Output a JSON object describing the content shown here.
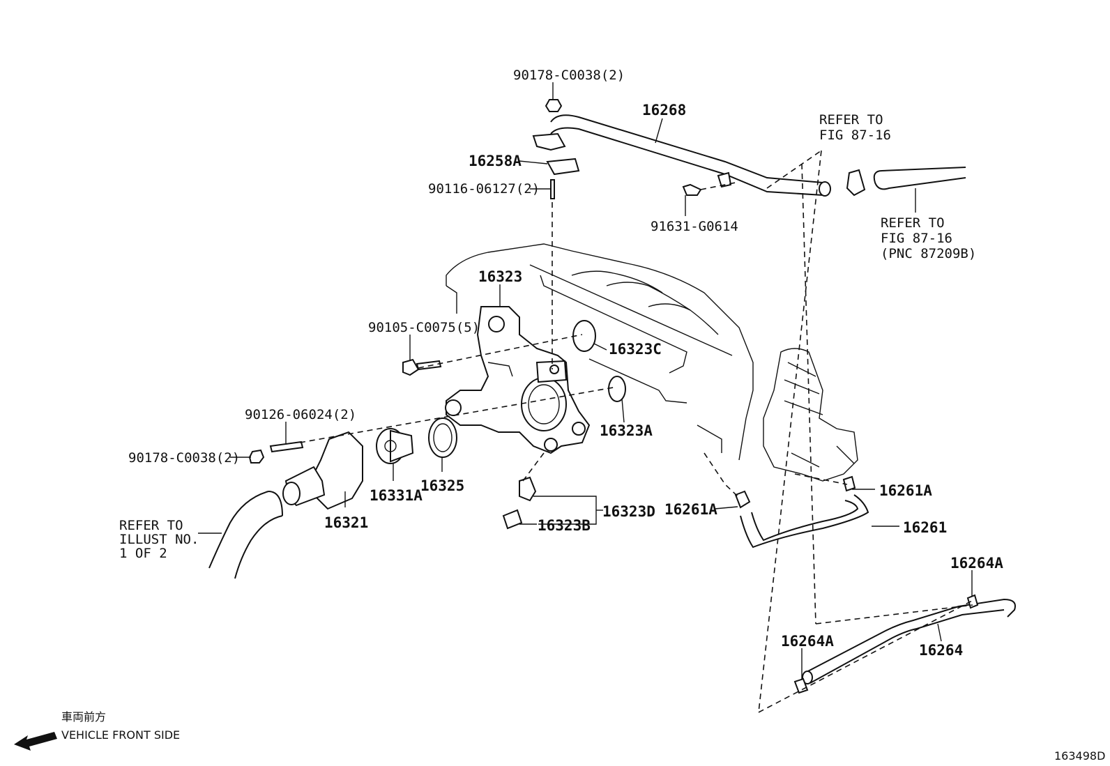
{
  "labels": {
    "p90178_top": "90178-C0038(2)",
    "p16268": "16268",
    "refer_top_1": "REFER TO",
    "refer_top_2": "FIG 87-16",
    "p16258A": "16258A",
    "p90116": "90116-06127(2)",
    "p91631": "91631-G0614",
    "refer_right_1": "REFER TO",
    "refer_right_2": "FIG 87-16",
    "refer_right_3": "(PNC 87209B)",
    "p16323": "16323",
    "p90105": "90105-C0075(5)",
    "p16323C": "16323C",
    "p90126": "90126-06024(2)",
    "p16323A": "16323A",
    "p90178_left": "90178-C0038(2)",
    "p16325": "16325",
    "p16331A": "16331A",
    "p16321": "16321",
    "p16323D": "16323D",
    "p16323B": "16323B",
    "p16261A_left": "16261A",
    "p16261A_right": "16261A",
    "p16261": "16261",
    "refer_left_1": "REFER TO",
    "refer_left_2": "ILLUST NO.",
    "refer_left_3": "1 OF 2",
    "p16264A_right": "16264A",
    "p16264A_left": "16264A",
    "p16264": "16264",
    "front_jp": "車両前方",
    "front_en": "VEHICLE FRONT SIDE",
    "diagram_id": "163498D"
  }
}
